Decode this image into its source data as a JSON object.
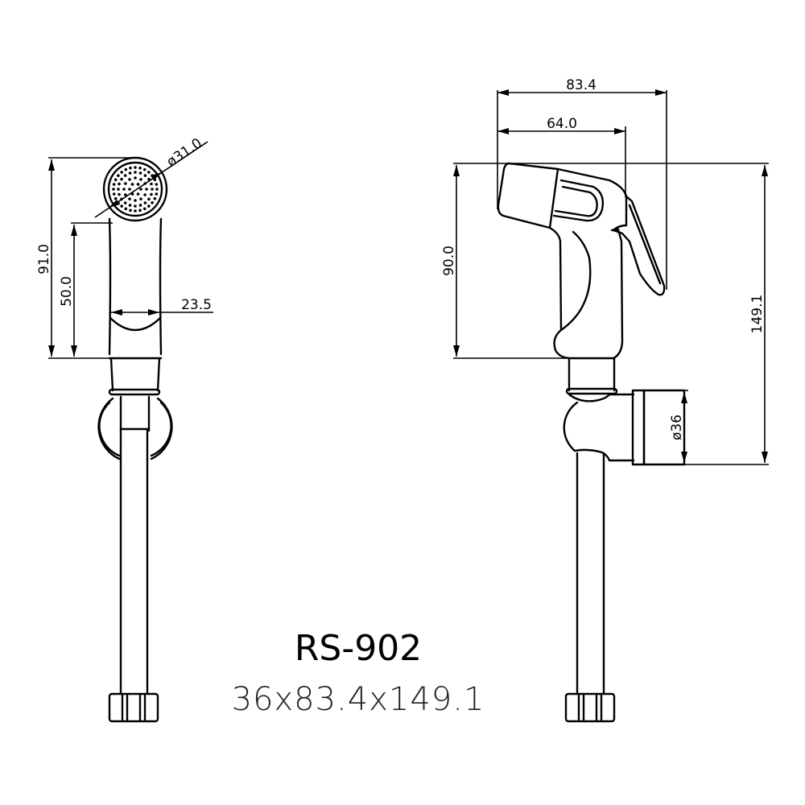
{
  "product": {
    "model": "RS-902",
    "overall_size": "36x83.4x149.1"
  },
  "front_view": {
    "dimensions": {
      "head_diameter": "ø31.0",
      "overall_height": "91.0",
      "handle_height": "50.0",
      "handle_width": "23.5"
    }
  },
  "side_view": {
    "dimensions": {
      "overall_width": "83.4",
      "head_width": "64.0",
      "head_height": "90.0",
      "total_height": "149.1",
      "holder_diameter": "ø36"
    }
  }
}
